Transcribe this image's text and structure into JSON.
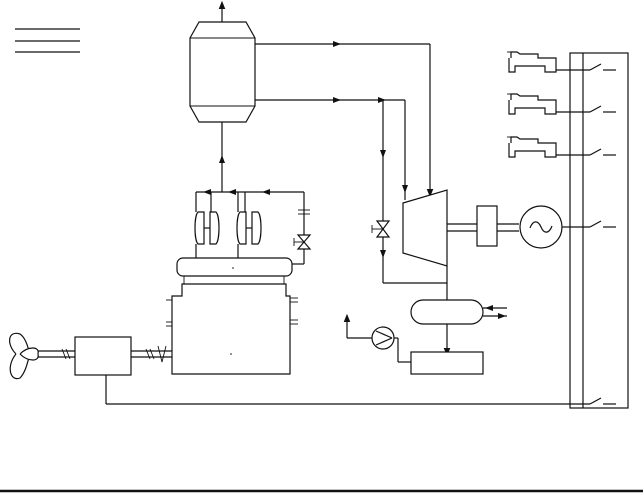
{
  "diagram": {
    "kind": "marine waste heat recovery / turbo-generator schematic",
    "legend_lines": 3,
    "switch_count": 5,
    "colors": {
      "line": "#111111",
      "background": "#ffffff"
    },
    "components": [
      "boiler-drum",
      "steam-turbine",
      "gearbox-turbine",
      "generator",
      "condenser",
      "hotwell",
      "feed-pump",
      "main-engine",
      "turbochargers",
      "scavenge-receiver",
      "charge-air-cooler",
      "propeller-shaft",
      "reduction-gear",
      "propeller",
      "bypass-valve",
      "control-valve",
      "switchboard",
      "consumers"
    ]
  }
}
